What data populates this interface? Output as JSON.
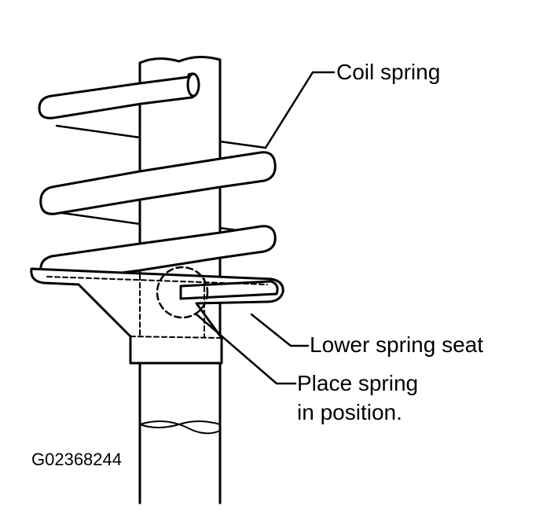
{
  "labels": {
    "coil_spring": "Coil spring",
    "lower_spring_seat": "Lower spring seat",
    "place_spring_line1": "Place spring",
    "place_spring_line2": "in position."
  },
  "figure_id": "G02368244"
}
